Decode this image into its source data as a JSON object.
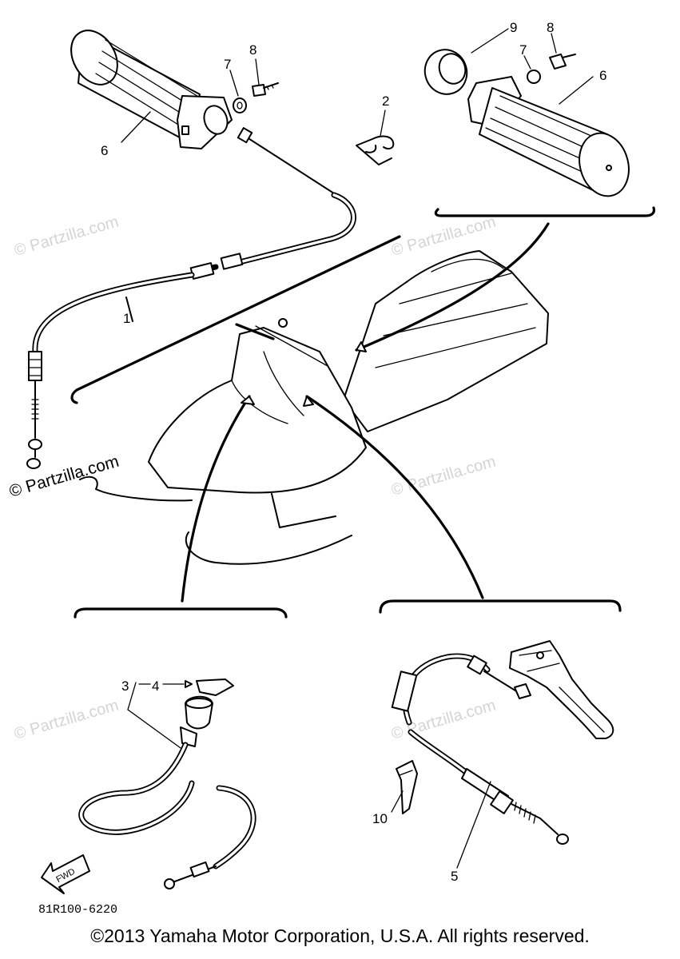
{
  "diagram": {
    "code": "81R100-6220",
    "copyright": "©2013 Yamaha Motor Corporation, U.S.A. All rights reserved.",
    "fwd_label": "FWD",
    "watermark": "© Partzilla.com",
    "callouts": {
      "c1": "1",
      "c2": "2",
      "c34": "3",
      "c34b": "4",
      "c5": "5",
      "c6a": "6",
      "c6b": "6",
      "c7a": "7",
      "c7b": "7",
      "c8a": "8",
      "c8b": "8",
      "c9": "9",
      "c10": "10"
    }
  }
}
